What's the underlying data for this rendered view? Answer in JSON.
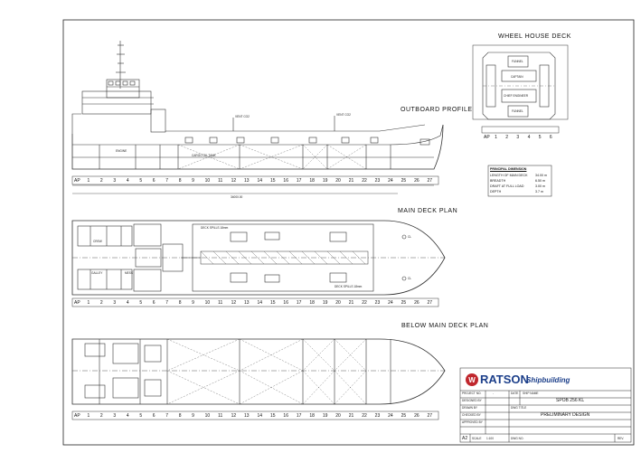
{
  "views": {
    "wheelhouse_title": "WHEEL HOUSE DECK",
    "outboard_title": "OUTBOARD PROFILE",
    "main_deck_title": "MAIN DECK PLAN",
    "below_deck_title": "BELOW MAIN DECK PLAN"
  },
  "frames": {
    "main": [
      "AP",
      "1",
      "2",
      "3",
      "4",
      "5",
      "6",
      "7",
      "8",
      "9",
      "10",
      "11",
      "12",
      "13",
      "14",
      "15",
      "16",
      "17",
      "18",
      "19",
      "20",
      "21",
      "22",
      "23",
      "24",
      "25",
      "26",
      "27"
    ],
    "wheelhouse": [
      "AP",
      "1",
      "2",
      "3",
      "4",
      "5",
      "6"
    ]
  },
  "profile_labels": {
    "vent1": "VENT CO2",
    "vent2": "VENT CO2",
    "engine": "ENGINE",
    "cargo_tank": "CARGO OIL TANK",
    "length_total": "34000.00"
  },
  "deck_labels": {
    "crew": "CREW",
    "galley": "GALLEY",
    "mess": "MESS",
    "cl": "CL",
    "deck_spills_top": "DECK SPILLS 18mm",
    "deck_spills_bottom": "DECK SPILLS 18mm"
  },
  "wheelhouse_labels": {
    "captain": "CAPTAIN",
    "chief_engineer": "CHIEF ENGINEER",
    "funnel_top": "FUNNEL",
    "funnel_bottom": "FUNNEL"
  },
  "principal": {
    "title": "PRINCIPAL DIMENSION",
    "rows": [
      {
        "label": "LENGTH OF MAIN DECK",
        "value": "34.00 m"
      },
      {
        "label": "BREADTH",
        "value": "6.50 m"
      },
      {
        "label": "DRAFT AT FULL LOAD",
        "value": "3.00 m"
      },
      {
        "label": "DEPTH",
        "value": "3.7 m"
      }
    ]
  },
  "titleblock": {
    "brand": "RATSON",
    "brand_sub": "Shipbuilding",
    "project_no_label": "PROJECT NO.",
    "project_no": "-",
    "date_label": "DATE",
    "ship_name_label": "SHIP NAME",
    "ship_name": "SPOB 256 KL",
    "designed_by": "DESIGNED BY",
    "drawn_by": "DRAWN BY",
    "checked_by": "CHECKED BY",
    "approved_by": "APPROVED BY",
    "dwg_title_label": "DWG TITLE",
    "dwg_title": "PRELIMINARY DESIGN",
    "size": "A2",
    "scale_label": "SCALE",
    "scale": "1:100",
    "dwg_no_label": "DWG NO.",
    "rev_label": "REV."
  }
}
